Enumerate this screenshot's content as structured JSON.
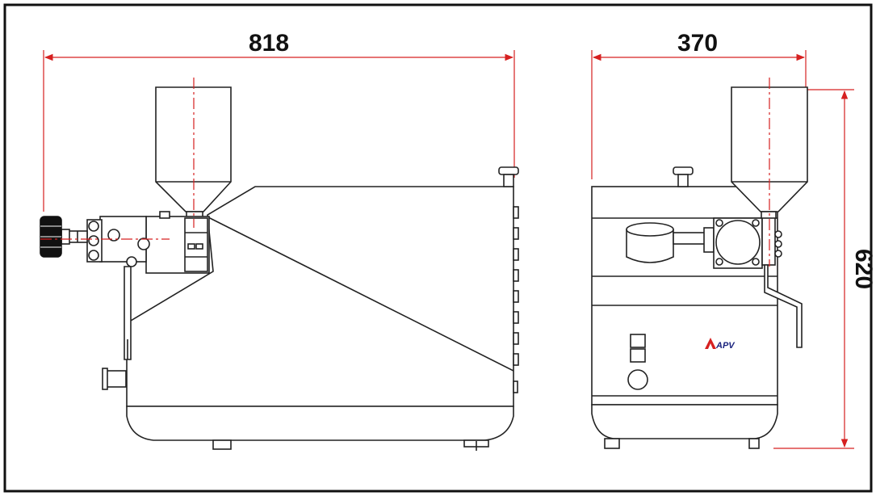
{
  "dimensions": {
    "width_side": "818",
    "width_front": "370",
    "height": "620"
  },
  "brand": {
    "logo_text": "APV",
    "logo_color": "#1a237e"
  },
  "colors": {
    "dimension_lines": "#d62020",
    "outline": "#222222",
    "frame": "#111111"
  }
}
